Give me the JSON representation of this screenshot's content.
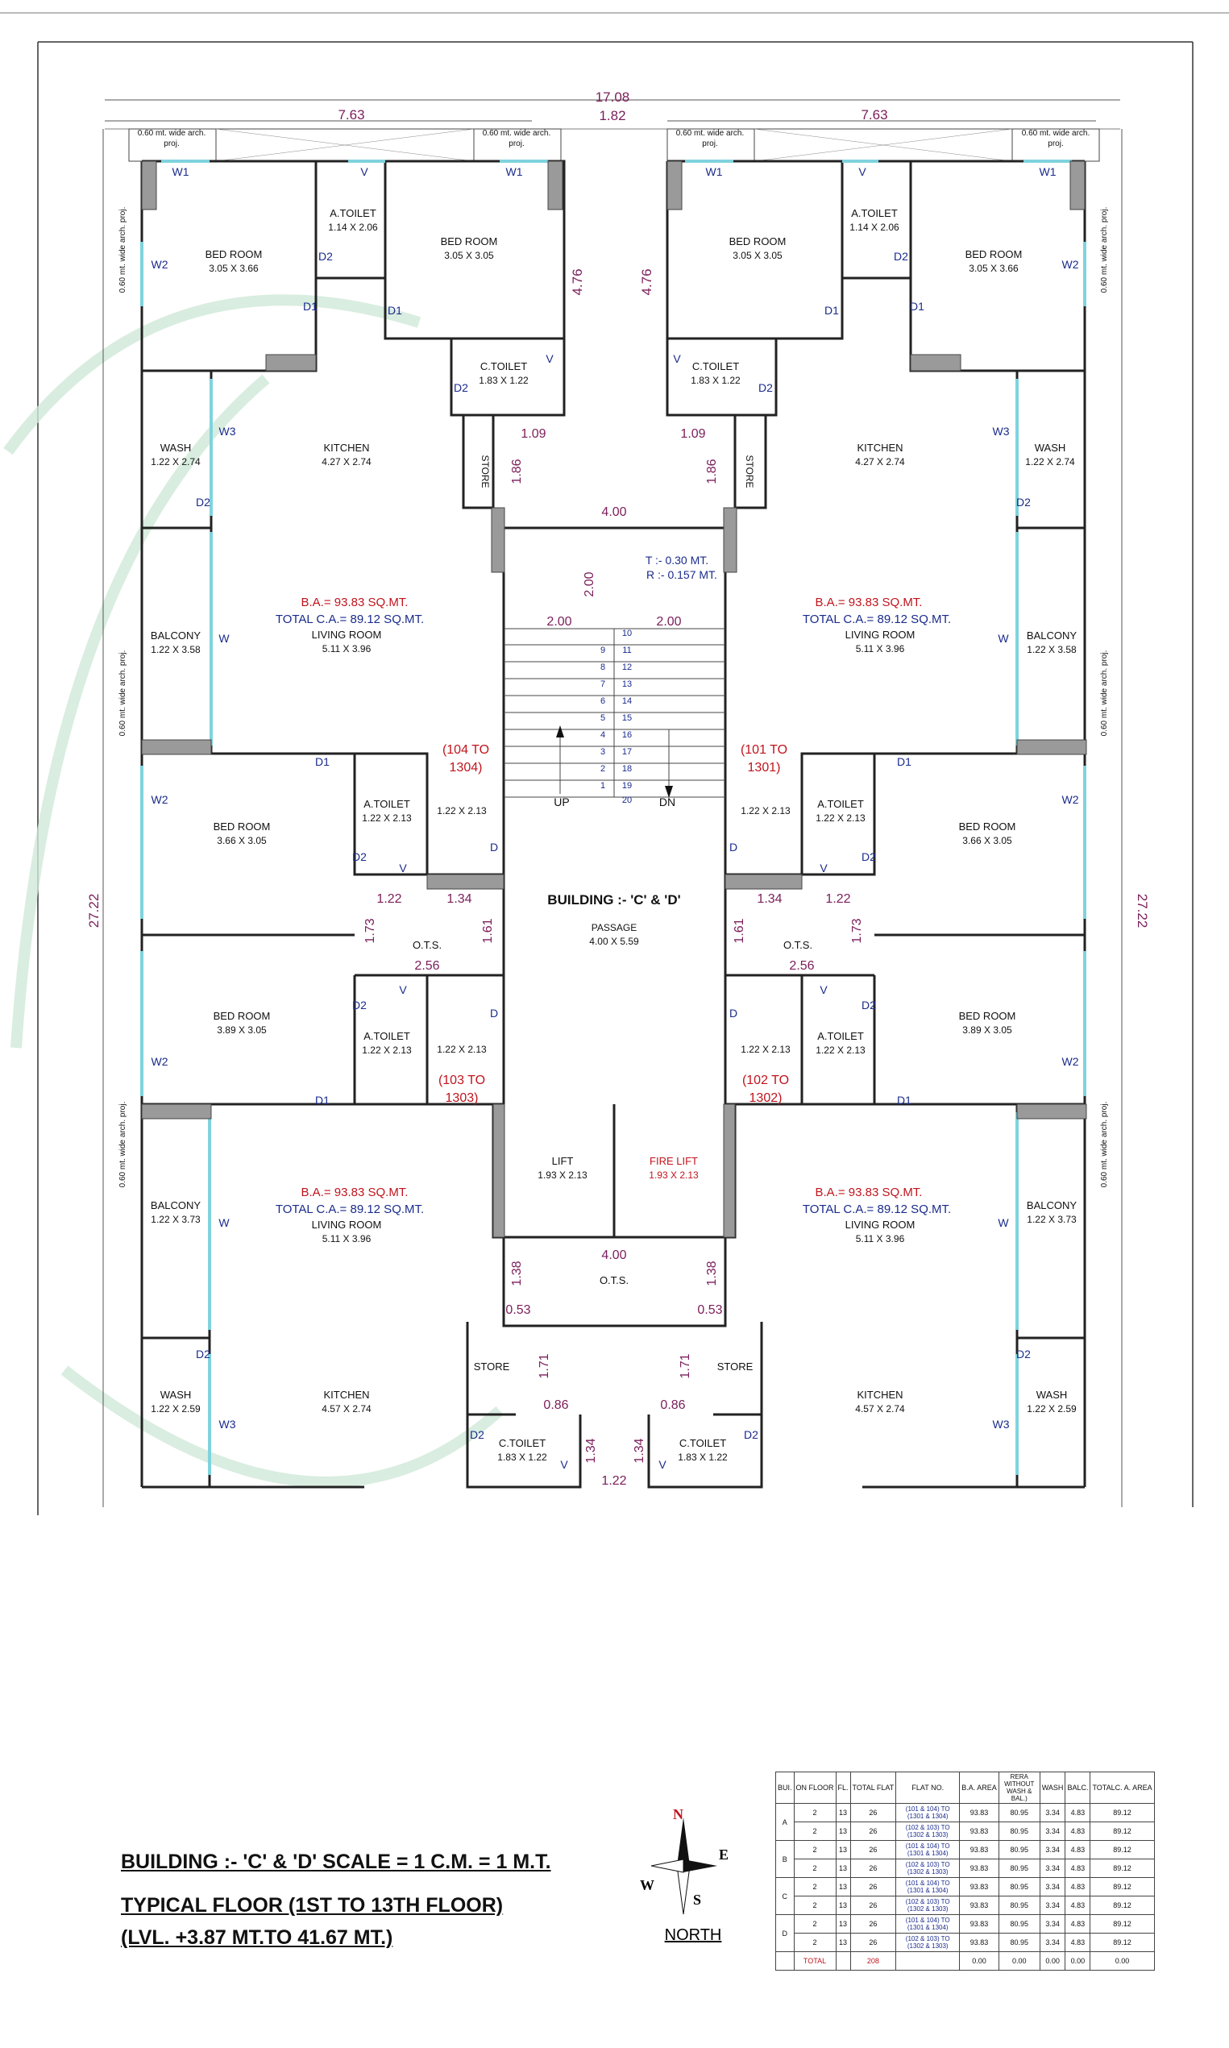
{
  "overall": {
    "width": "17.08",
    "center_gap": "1.82",
    "height": "27.22",
    "wing_width": "7.63",
    "wing_depth": "4.76"
  },
  "arch_proj": "0.60 mt. wide arch. proj.",
  "arch_proj_short": "0.60 mt. wide arch.",
  "proj": "proj.",
  "labels": {
    "bedroom": "BED ROOM",
    "a_toilet": "A.TOILET",
    "c_toilet": "C.TOILET",
    "store": "STORE",
    "kitchen": "KITCHEN",
    "wash": "WASH",
    "balcony": "BALCONY",
    "living": "LIVING ROOM",
    "ots": "O.T.S.",
    "lift": "LIFT",
    "fire_lift": "FIRE LIFT",
    "passage": "PASSAGE",
    "up": "UP",
    "dn": "DN",
    "building": "BUILDING :- 'C' & 'D'"
  },
  "sizes": {
    "bed_top_outer": "3.05 X 3.66",
    "bed_top_inner": "3.05 X 3.05",
    "a_toilet_top": "1.14 X 2.06",
    "c_toilet": "1.83 X 1.22",
    "kitchen_top": "4.27 X 2.74",
    "wash_top": "1.22 X 2.74",
    "balcony_top": "1.22 X 3.58",
    "living": "5.11 X 3.96",
    "bed_mid_top": "3.66 X 3.05",
    "bed_mid_bottom": "3.89 X 3.05",
    "a_toilet_mid": "1.22 X 2.13",
    "lobby": "1.22 X 2.13",
    "balcony_bottom": "1.22 X 3.73",
    "wash_bottom": "1.22 X 2.59",
    "kitchen_bottom": "4.57 X 2.74",
    "lift": "1.93 X 2.13",
    "passage": "4.00 X 5.59"
  },
  "areas": {
    "ba": "B.A.= 93.83 SQ.MT.",
    "ca": "TOTAL C.A.= 89.12 SQ.MT."
  },
  "flats": {
    "top_left": [
      "(104 TO",
      "1304)"
    ],
    "top_right": [
      "(101 TO",
      "1301)"
    ],
    "bottom_left": [
      "(103 TO",
      "1303)"
    ],
    "bottom_right": [
      "(102 TO",
      "1302)"
    ]
  },
  "stair": {
    "tread": "T :- 0.30 MT.",
    "riser": "R :- 0.157 MT.",
    "left_steps": [
      "9",
      "8",
      "7",
      "6",
      "5",
      "4",
      "3",
      "2",
      "1"
    ],
    "right_steps": [
      "10",
      "11",
      "12",
      "13",
      "14",
      "15",
      "16",
      "17",
      "18",
      "19",
      "20"
    ]
  },
  "dims": {
    "d109": "1.09",
    "d186": "1.86",
    "d400": "4.00",
    "d200": "2.00",
    "d122": "1.22",
    "d134": "1.34",
    "d173": "1.73",
    "d161": "1.61",
    "d256": "2.56",
    "d138": "1.38",
    "d053": "0.53",
    "d171": "1.71",
    "d086": "0.86"
  },
  "doors": {
    "W1": "W1",
    "W2": "W2",
    "W3": "W3",
    "W": "W",
    "V": "V",
    "D1": "D1",
    "D2": "D2",
    "D": "D"
  },
  "footer": {
    "line1": "BUILDING :- 'C' & 'D'  SCALE = 1 C.M. = 1 M.T.",
    "line2": "TYPICAL FLOOR (1ST TO 13TH FLOOR)",
    "line3": "(LVL. +3.87 MT.TO 41.67 MT.)"
  },
  "compass": {
    "n": "N",
    "s": "S",
    "e": "E",
    "w": "W",
    "label": "NORTH"
  },
  "table": {
    "headers": [
      "BUI.",
      "ON FLOOR",
      "FL.",
      "TOTAL FLAT",
      "FLAT NO.",
      "B.A. AREA",
      "RERA WITHOUT WASH & BAL.)",
      "WASH",
      "BALC.",
      "TOTALC. A. AREA"
    ],
    "rows": [
      {
        "bui": "A",
        "on": "2",
        "fl": "13",
        "tot": "26",
        "flat": "(101 & 104) TO (1301 & 1304)",
        "ba": "93.83",
        "rera": "80.95",
        "wash": "3.34",
        "balc": "4.83",
        "ca": "89.12"
      },
      {
        "bui": "",
        "on": "2",
        "fl": "13",
        "tot": "26",
        "flat": "(102 & 103) TO (1302 & 1303)",
        "ba": "93.83",
        "rera": "80.95",
        "wash": "3.34",
        "balc": "4.83",
        "ca": "89.12"
      },
      {
        "bui": "B",
        "on": "2",
        "fl": "13",
        "tot": "26",
        "flat": "(101 & 104) TO (1301 & 1304)",
        "ba": "93.83",
        "rera": "80.95",
        "wash": "3.34",
        "balc": "4.83",
        "ca": "89.12"
      },
      {
        "bui": "",
        "on": "2",
        "fl": "13",
        "tot": "26",
        "flat": "(102 & 103) TO (1302 & 1303)",
        "ba": "93.83",
        "rera": "80.95",
        "wash": "3.34",
        "balc": "4.83",
        "ca": "89.12"
      },
      {
        "bui": "C",
        "on": "2",
        "fl": "13",
        "tot": "26",
        "flat": "(101 & 104) TO (1301 & 1304)",
        "ba": "93.83",
        "rera": "80.95",
        "wash": "3.34",
        "balc": "4.83",
        "ca": "89.12"
      },
      {
        "bui": "",
        "on": "2",
        "fl": "13",
        "tot": "26",
        "flat": "(102 & 103) TO (1302 & 1303)",
        "ba": "93.83",
        "rera": "80.95",
        "wash": "3.34",
        "balc": "4.83",
        "ca": "89.12"
      },
      {
        "bui": "D",
        "on": "2",
        "fl": "13",
        "tot": "26",
        "flat": "(101 & 104) TO (1301 & 1304)",
        "ba": "93.83",
        "rera": "80.95",
        "wash": "3.34",
        "balc": "4.83",
        "ca": "89.12"
      },
      {
        "bui": "",
        "on": "2",
        "fl": "13",
        "tot": "26",
        "flat": "(102 & 103) TO (1302 & 1303)",
        "ba": "93.83",
        "rera": "80.95",
        "wash": "3.34",
        "balc": "4.83",
        "ca": "89.12"
      }
    ],
    "total": {
      "label": "TOTAL",
      "tot": "208",
      "ba": "0.00",
      "rera": "0.00",
      "wash": "0.00",
      "balc": "0.00",
      "ca": "0.00"
    }
  },
  "colors": {
    "wall": "#222222",
    "column": "#9a9a9a",
    "window": "#7fd3dd",
    "dimension": "#7b1e5a",
    "area_blue": "#1a2b8c",
    "flat_red": "#c0141c",
    "watermark": "#cfe9d8"
  }
}
